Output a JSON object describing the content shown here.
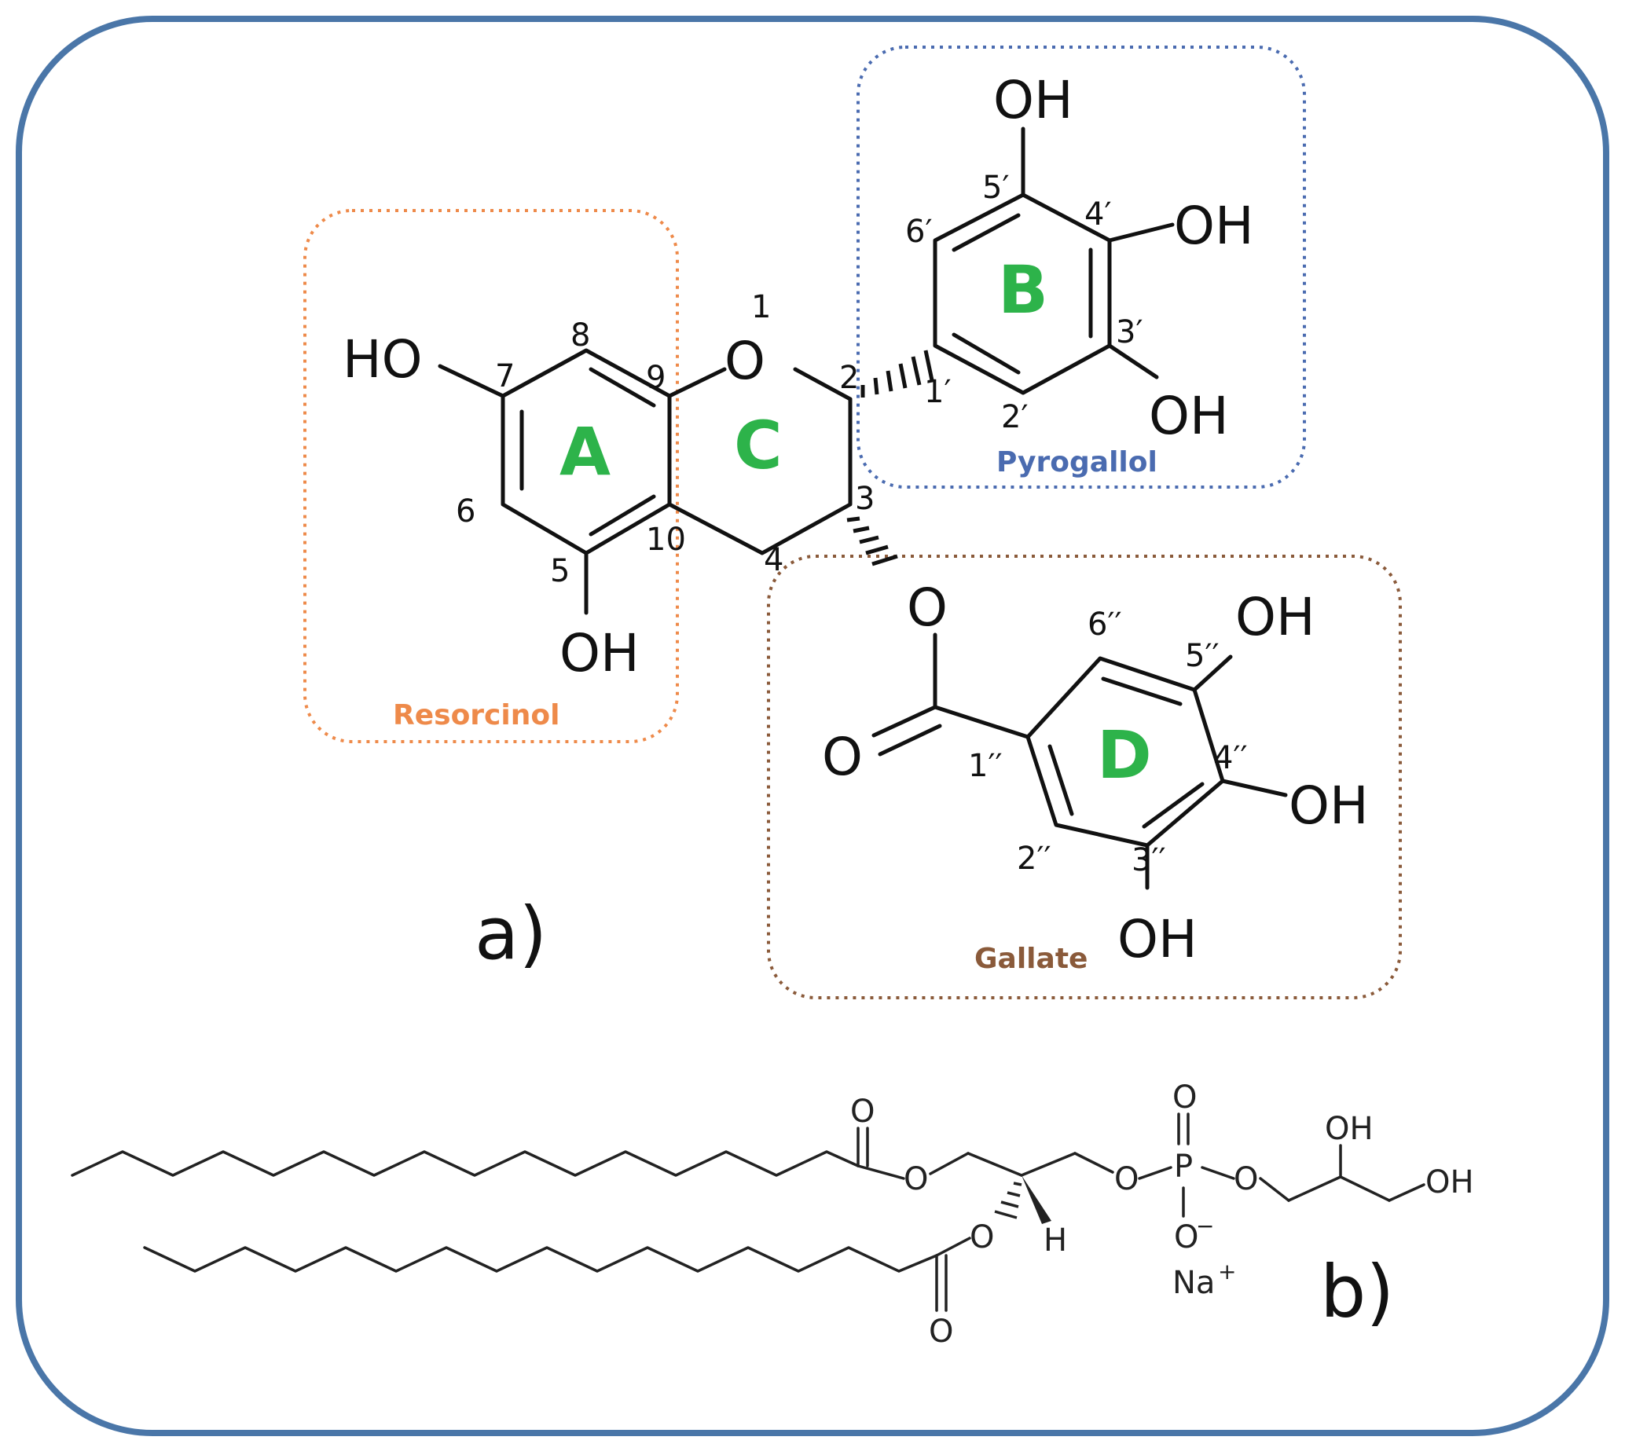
{
  "colors": {
    "frame": "#4a76a8",
    "ring_label": "#2db34a",
    "resorcinol": "#ee8a4a",
    "pyrogallol": "#4a6bb0",
    "gallate": "#8a5a3a"
  },
  "panel_a": {
    "label": "a)",
    "rings": {
      "A": "A",
      "B": "B",
      "C": "C",
      "D": "D"
    },
    "groups": {
      "resorcinol": "Resorcinol",
      "pyrogallol": "Pyrogallol",
      "gallate": "Gallate"
    },
    "atoms": {
      "ho7": "HO",
      "o1": "O",
      "oh5": "OH",
      "oh5p": "OH",
      "oh4p": "OH",
      "oh3p": "OH",
      "o_ester": "O",
      "o_carbonyl": "O",
      "oh5pp": "OH",
      "oh4pp": "OH",
      "oh3pp": "OH"
    },
    "numbers": {
      "n1": "1",
      "n2": "2",
      "n3": "3",
      "n4": "4",
      "n5": "5",
      "n6": "6",
      "n7": "7",
      "n8": "8",
      "n9": "9",
      "n10": "10",
      "n1p": "1′",
      "n2p": "2′",
      "n3p": "3′",
      "n4p": "4′",
      "n5p": "5′",
      "n6p": "6′",
      "n1pp": "1′′",
      "n2pp": "2′′",
      "n3pp": "3′′",
      "n4pp": "4′′",
      "n5pp": "5′′",
      "n6pp": "6′′"
    }
  },
  "panel_b": {
    "label": "b)",
    "atoms": {
      "o_carb1": "O",
      "o_ester1": "O",
      "o_ester2": "O",
      "o_carb2": "O",
      "h": "H",
      "o_p1": "O",
      "p": "P",
      "o_p_top": "O",
      "o_minus": "O",
      "o_minus_charge": "−",
      "o_p2": "O",
      "oh_top": "OH",
      "oh_end": "OH",
      "na": "Na",
      "na_charge": "+"
    }
  }
}
